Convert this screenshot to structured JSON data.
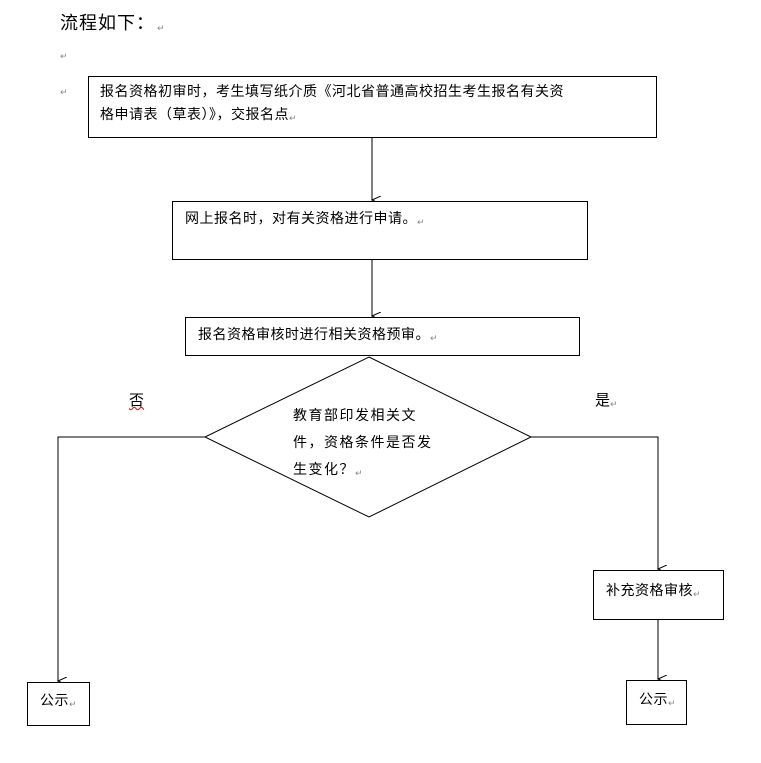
{
  "heading": "流程如下：",
  "nodes": {
    "step1_line1": "报名资格初审时，考生填写纸介质《河北省普通高校招生考生报名有关资",
    "step1_line2": "格申请表（草表）》，交报名点",
    "step2": "网上报名时，对有关资格进行申请。",
    "step3": "报名资格审核时进行相关资格预审。",
    "decision_line1": "教育部印发相关文",
    "decision_line2": "件，资格条件是否发",
    "decision_line3": "生变化？",
    "supplement": "补充资格审核",
    "publish_left": "公示",
    "publish_right": "公示"
  },
  "branch_labels": {
    "no": "否",
    "yes": "是"
  },
  "edges": [
    {
      "from": "step1",
      "to": "step2"
    },
    {
      "from": "step2",
      "to": "step3"
    },
    {
      "from": "step3",
      "to": "decision"
    },
    {
      "from": "decision",
      "to": "publish_left",
      "label": "否"
    },
    {
      "from": "decision",
      "to": "supplement",
      "label": "是"
    },
    {
      "from": "supplement",
      "to": "publish_right"
    }
  ]
}
